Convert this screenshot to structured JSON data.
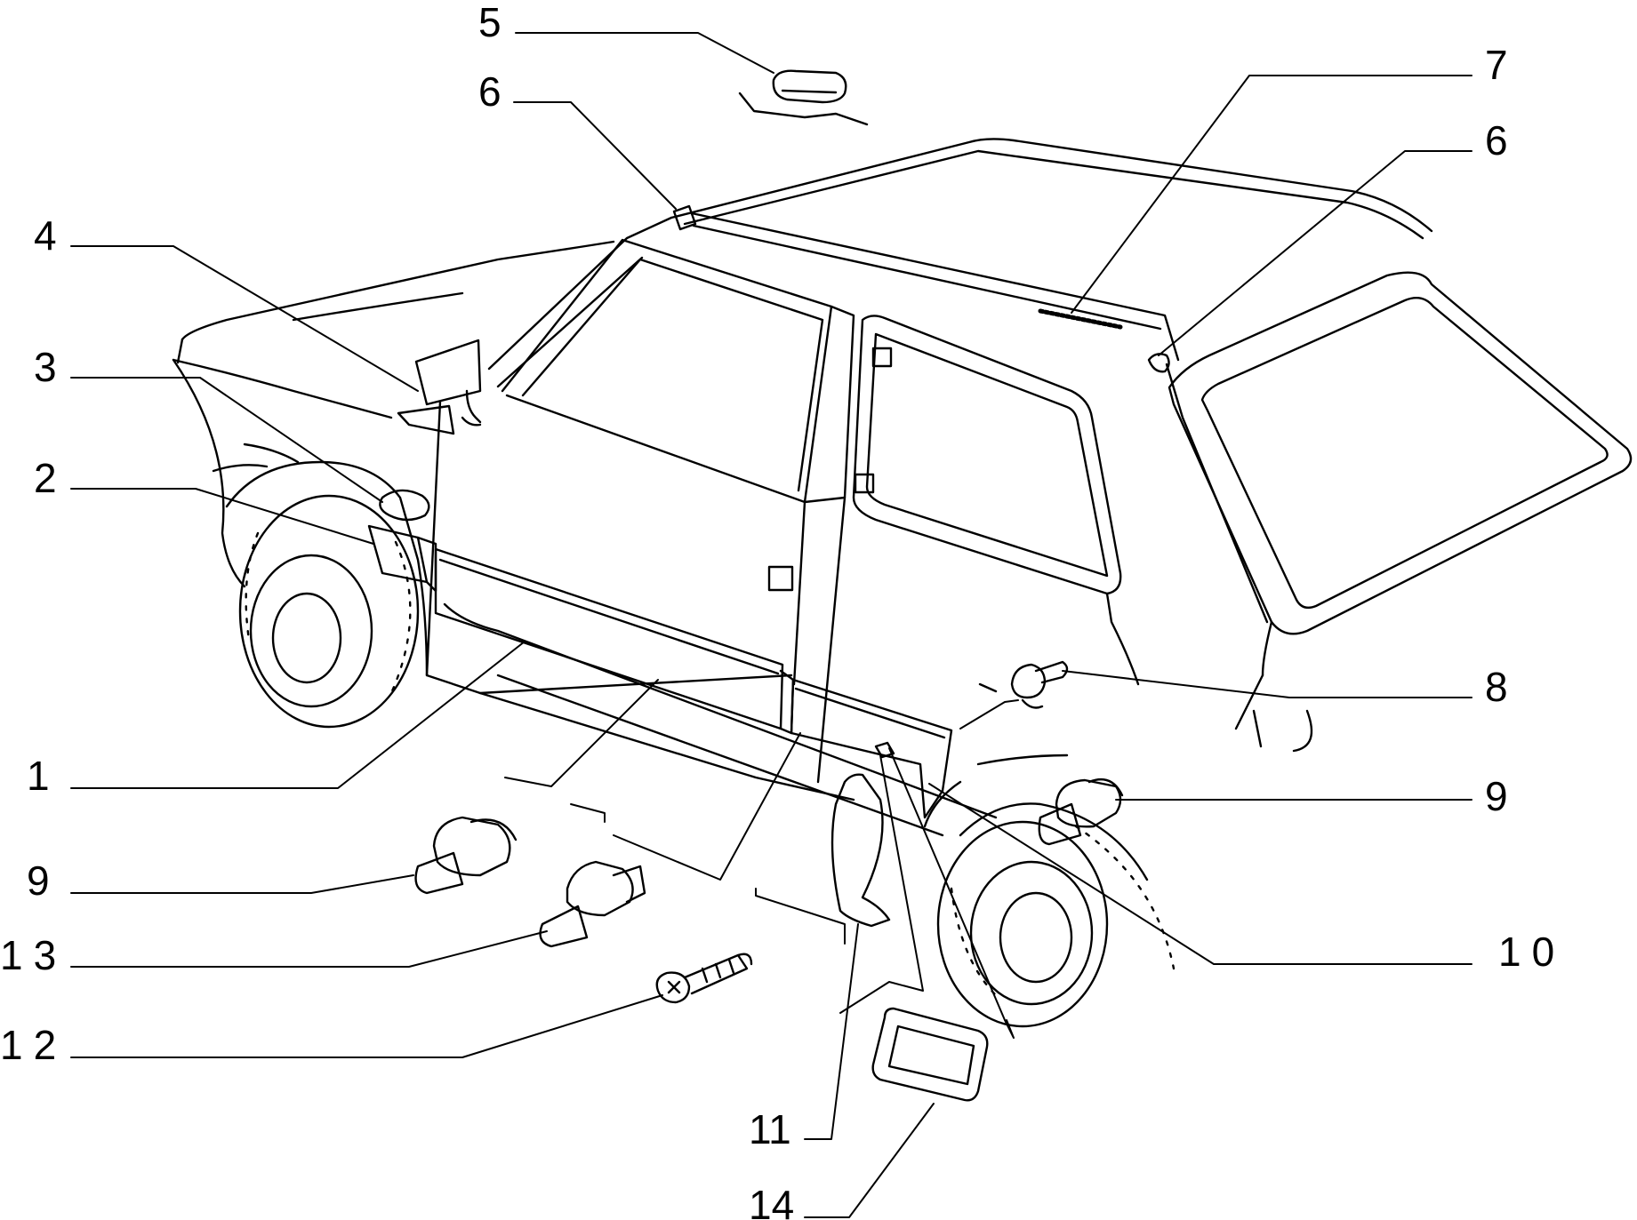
{
  "colors": {
    "ink": "#000000",
    "paper": "#ffffff"
  },
  "callouts": [
    {
      "id": "c1",
      "label": "1"
    },
    {
      "id": "c2",
      "label": "2"
    },
    {
      "id": "c3",
      "label": "3"
    },
    {
      "id": "c4",
      "label": "4"
    },
    {
      "id": "c5",
      "label": "5"
    },
    {
      "id": "c6a",
      "label": "6"
    },
    {
      "id": "c6b",
      "label": "6"
    },
    {
      "id": "c7",
      "label": "7"
    },
    {
      "id": "c8",
      "label": "8"
    },
    {
      "id": "c9a",
      "label": "9"
    },
    {
      "id": "c9b",
      "label": "9"
    },
    {
      "id": "c10",
      "label": "10"
    },
    {
      "id": "c11",
      "label": "11"
    },
    {
      "id": "c12",
      "label": "12"
    },
    {
      "id": "c13",
      "label": "13"
    },
    {
      "id": "c14",
      "label": "14"
    }
  ]
}
